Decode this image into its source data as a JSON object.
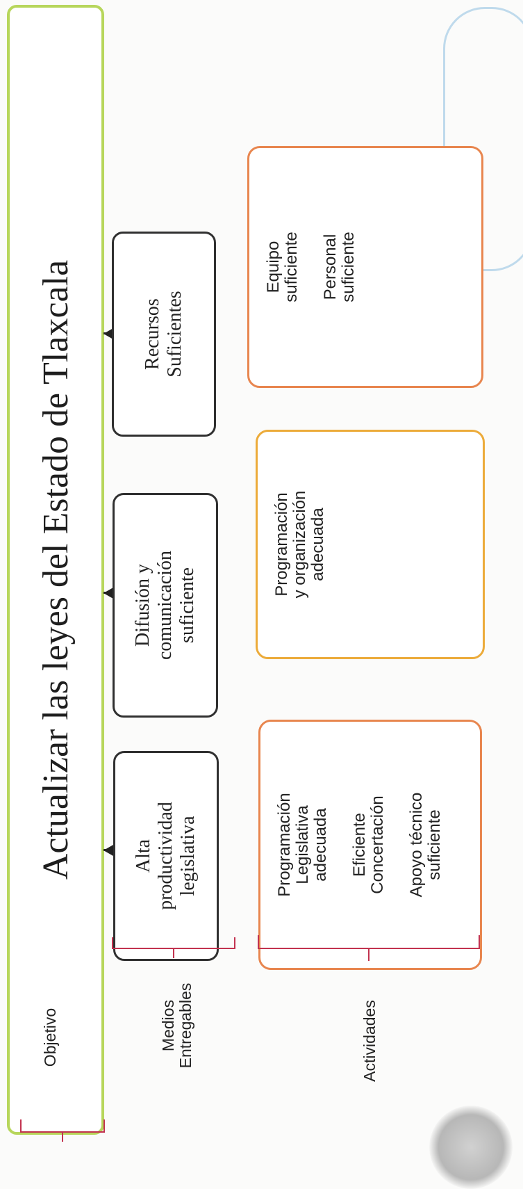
{
  "objective": {
    "title": "Actualizar las leyes del Estado de Tlaxcala"
  },
  "row_labels": {
    "objetivo": "Objetivo",
    "medios_line1": "Medios",
    "medios_line2": "Entregables",
    "actividades": "Actividades"
  },
  "deliverables": [
    {
      "lines": [
        "Alta",
        "productividad",
        "legislativa"
      ]
    },
    {
      "lines": [
        "Difusión y",
        "comunicación",
        "suficiente"
      ]
    },
    {
      "lines": [
        "Recursos",
        "Suficientes"
      ]
    }
  ],
  "activities": [
    {
      "items": [
        [
          "Programación",
          "Legislativa",
          "adecuada"
        ],
        [
          "Eficiente",
          "Concertación"
        ],
        [
          "Apoyo técnico",
          "suficiente"
        ]
      ]
    },
    {
      "items": [
        [
          "Programación",
          "y organización",
          "adecuada"
        ]
      ]
    },
    {
      "items": [
        [
          "Equipo",
          "suficiente"
        ],
        [
          "Personal",
          "suficiente"
        ]
      ]
    }
  ],
  "colors": {
    "objective_border": "#b7d65b",
    "deliverable_border": "#303030",
    "activity_border": "#e8864f",
    "activity_border_alt": "#ecab3a",
    "bracket": "#c2334f",
    "stamp": "#8ebfe0"
  }
}
